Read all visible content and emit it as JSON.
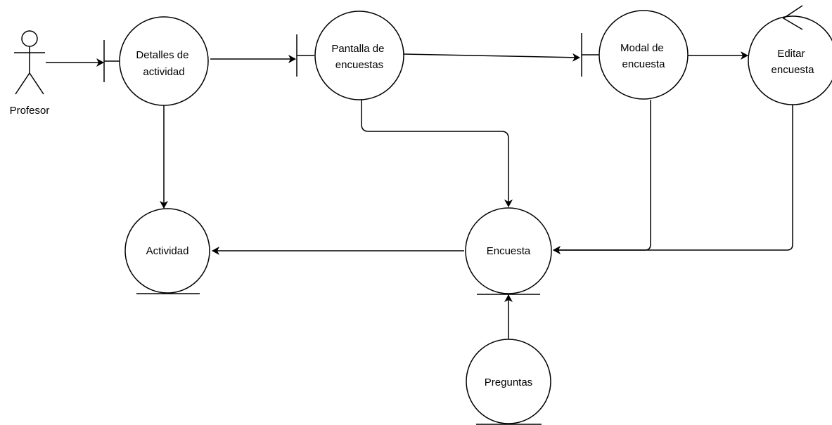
{
  "actor": {
    "label": "Profesor"
  },
  "boundaries": {
    "detalles": {
      "line1": "Detalles de",
      "line2": "actividad"
    },
    "pantalla": {
      "line1": "Pantalla de",
      "line2": "encuestas"
    },
    "modal": {
      "line1": "Modal de",
      "line2": "encuesta"
    }
  },
  "controls": {
    "editar": {
      "line1": "Editar",
      "line2": "encuesta"
    }
  },
  "entities": {
    "actividad": {
      "label": "Actividad"
    },
    "encuesta": {
      "label": "Encuesta"
    },
    "preguntas": {
      "label": "Preguntas"
    }
  },
  "colors": {
    "stroke": "#000000",
    "fill": "#ffffff"
  }
}
